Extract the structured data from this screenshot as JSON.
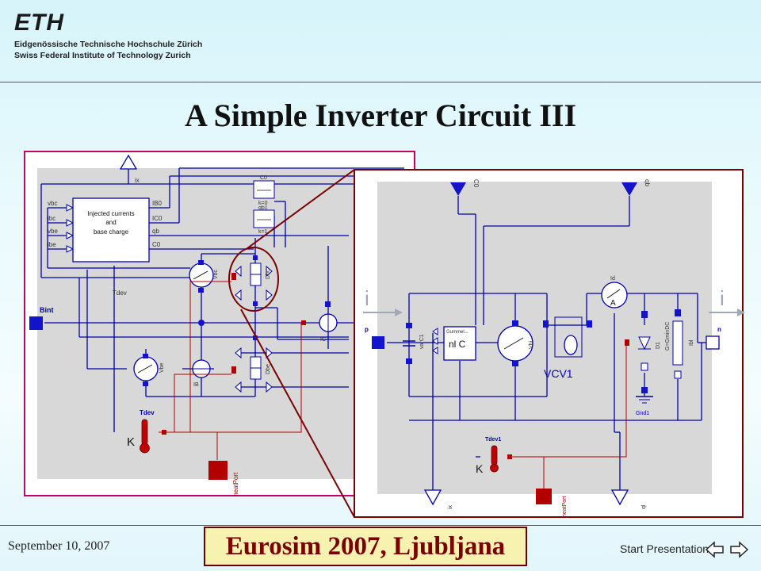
{
  "header": {
    "logo_text": "ETH",
    "institution_de": "Eidgenössische Technische Hochschule Zürich",
    "institution_en": "Swiss Federal Institute of Technology Zurich"
  },
  "title": "A Simple Inverter Circuit III",
  "left_diagram": {
    "labels": {
      "ix": "ix",
      "vbc": "vbc",
      "ibc": "ibc",
      "vbe": "vbe",
      "ibe": "ibe",
      "ib0": "IB0",
      "ic0": "IC0",
      "qb": "qb",
      "c0": "C0",
      "block_l1": "Injected currents",
      "block_l2": "and",
      "block_l3": "base charge",
      "tdev_top": "Tdev",
      "bint": "Bint",
      "tdev_bot": "Tdev",
      "k": "K",
      "heatport": "heatPort",
      "c0_box": "C0",
      "k0": "k=0",
      "qb1": "qb1",
      "k1": "k=1",
      "vbc_meter": "Vbc",
      "vbe_meter": "Vbe",
      "dbc": "Dbc",
      "dbe": "Dbe",
      "ibe_src": "IB",
      "ic_src": "IC"
    }
  },
  "right_diagram": {
    "labels": {
      "c0": "C0",
      "qb": "qb",
      "i_left": "i",
      "i_right": "i",
      "p": "p",
      "n": "n",
      "varc1": "varC1",
      "gummel": "Gummel...",
      "nlc": "nl C",
      "vbi": "Vbi",
      "vcv1": "VCV1",
      "id": "Id",
      "a": "A",
      "gmbc": "G=GminDC",
      "d1": "D1",
      "gnd1": "Gnd1",
      "tdev1": "Tdev1",
      "k": "K",
      "ix": "ix",
      "heatport": "heatPort",
      "ql": "ql",
      "ibi": "Ibl"
    }
  },
  "colors": {
    "wire": "#0000aa",
    "port": "#1313cc",
    "heat": "#b20000",
    "left_frame": "#c2006e",
    "right_frame": "#7a0000",
    "conf_text": "#7a0000",
    "conf_bg": "#f7f2b0"
  },
  "footer": {
    "date": "September 10, 2007",
    "conference": "Eurosim 2007, Ljubljana",
    "start_label": "Start Presentation"
  }
}
